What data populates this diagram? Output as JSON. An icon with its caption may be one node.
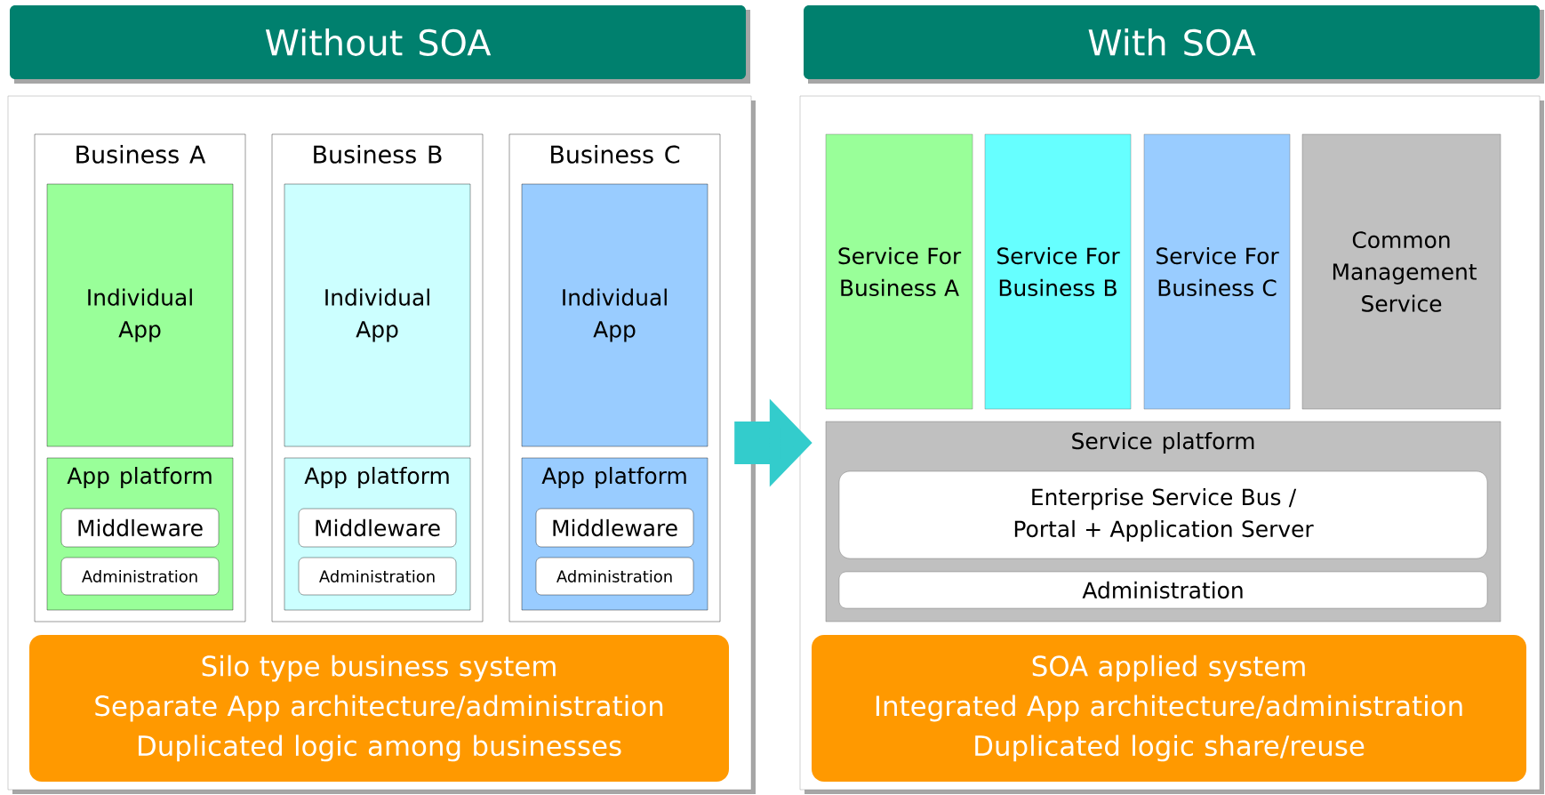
{
  "diagram": {
    "nodes": [
      {
        "text": [
          "Without SOA"
        ]
      },
      {
        "text": [],
        "shape": "box"
      },
      {
        "text": [
          "Business A"
        ],
        "in": 1
      },
      {
        "text": [
          "Individual App"
        ],
        "in": 2
      },
      {
        "text": [
          "App platform"
        ],
        "in": 2
      },
      {
        "text": [
          "Middleware"
        ],
        "in": 4
      },
      {
        "text": [
          "Administration"
        ],
        "in": 4
      },
      {
        "text": [
          "Business B"
        ],
        "in": 1
      },
      {
        "text": [
          "Individual App"
        ],
        "in": 7
      },
      {
        "text": [
          "App platform"
        ],
        "in": 7
      },
      {
        "text": [
          "Middleware"
        ],
        "in": 9
      },
      {
        "text": [
          "Administration"
        ],
        "in": 9
      },
      {
        "text": [
          "Business C"
        ],
        "in": 1
      },
      {
        "text": [
          "Individual App"
        ],
        "in": 12
      },
      {
        "text": [
          "App platform"
        ],
        "in": 12
      },
      {
        "text": [
          "Middleware"
        ],
        "in": 14
      },
      {
        "text": [
          "Administration"
        ],
        "in": 14
      },
      {
        "text": [
          "Silo type business system",
          "Separate App architecture/administration",
          "Duplicated logic among businesses"
        ],
        "in": 1
      },
      {
        "text": [
          "With SOA"
        ]
      },
      {
        "text": [],
        "shape": "box"
      },
      {
        "text": [
          "Service For Business A"
        ],
        "in": 19
      },
      {
        "text": [
          "Service For Business B"
        ],
        "in": 19
      },
      {
        "text": [
          "Service For Business C"
        ],
        "in": 19
      },
      {
        "text": [
          "Common Management Service"
        ],
        "in": 19
      },
      {
        "text": [
          "Service platform"
        ],
        "in": 19
      },
      {
        "text": [
          "Enterprise Service Bus / Portal + Application Server"
        ],
        "in": 24
      },
      {
        "text": [
          "Administration"
        ],
        "in": 24
      },
      {
        "text": [
          "SOA applied system",
          "Integrated App architecture/administration",
          "Duplicated logic share/reuse"
        ],
        "in": 19
      }
    ],
    "edges": [
      {
        "from": 1,
        "to": 19,
        "arrow": "to",
        "color": "#33cccc"
      }
    ]
  }
}
